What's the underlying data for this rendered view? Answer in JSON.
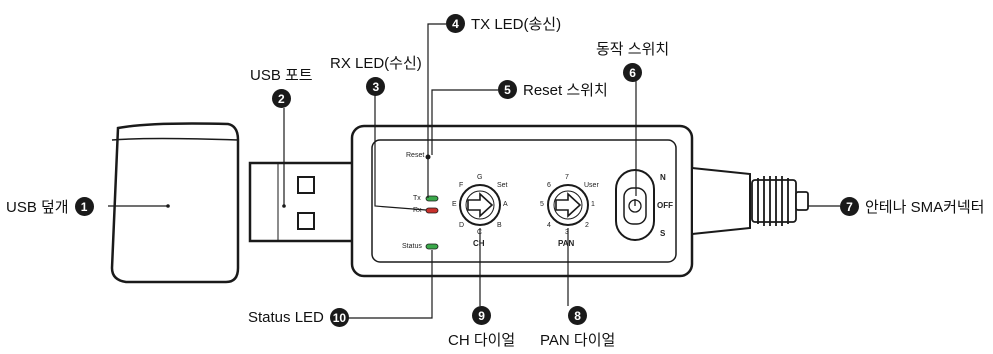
{
  "callouts": {
    "usb_cap": {
      "num": "1",
      "label": "USB 덮개"
    },
    "usb_port": {
      "num": "2",
      "label": "USB 포트"
    },
    "rx_led": {
      "num": "3",
      "label": "RX LED(수신)"
    },
    "tx_led": {
      "num": "4",
      "label": "TX LED(송신)"
    },
    "reset_switch": {
      "num": "5",
      "label": "Reset 스위치"
    },
    "power_switch": {
      "num": "6",
      "label": "동작 스위치"
    },
    "sma": {
      "num": "7",
      "label": "안테나 SMA커넥터"
    },
    "pan_dial": {
      "num": "8",
      "label": "PAN 다이얼"
    },
    "ch_dial": {
      "num": "9",
      "label": "CH 다이얼"
    },
    "status_led": {
      "num": "10",
      "label": "Status LED"
    }
  },
  "panel": {
    "reset": "Reset",
    "tx": "Tx",
    "rx": "Rx",
    "status": "Status",
    "ch": "CH",
    "pan": "PAN",
    "ch_ticks": [
      "G",
      "F",
      "Set",
      "E",
      "A",
      "D",
      "C",
      "B"
    ],
    "pan_ticks": [
      "7",
      "6",
      "User",
      "5",
      "1",
      "4",
      "3",
      "2"
    ],
    "switch_n": "N",
    "switch_off": "OFF",
    "switch_s": "S"
  },
  "colors": {
    "led_green": "#3aa84a",
    "led_red": "#c8302c",
    "outline": "#1a1a1a"
  }
}
